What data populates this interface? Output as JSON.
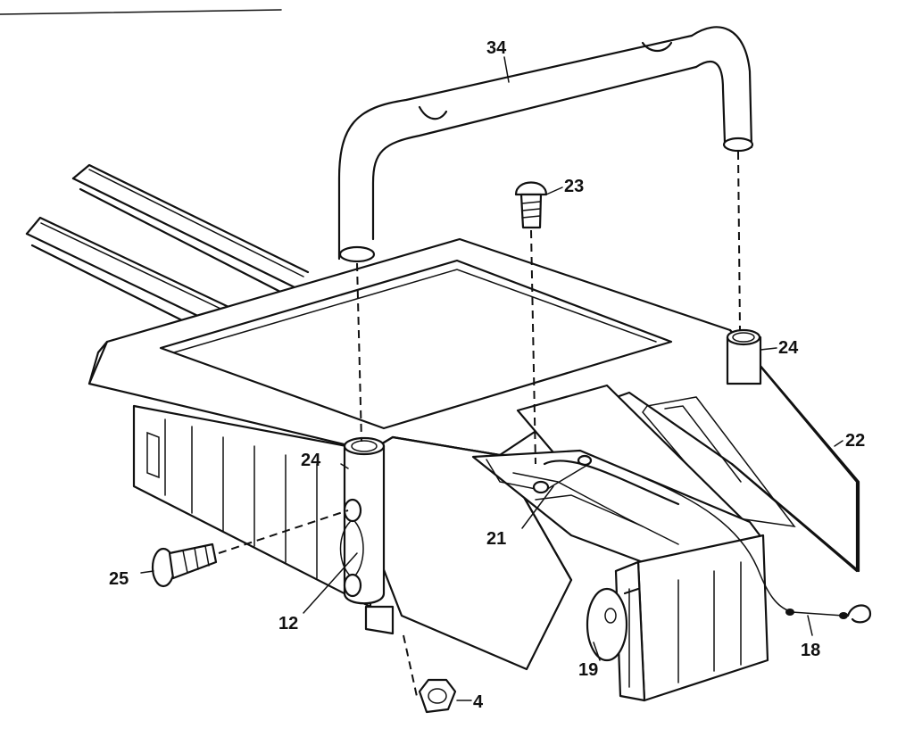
{
  "diagram": {
    "callouts": [
      {
        "id": "c34",
        "label": "34"
      },
      {
        "id": "c23",
        "label": "23"
      },
      {
        "id": "c24a",
        "label": "24"
      },
      {
        "id": "c22",
        "label": "22"
      },
      {
        "id": "c24b",
        "label": "24"
      },
      {
        "id": "c21",
        "label": "21"
      },
      {
        "id": "c25",
        "label": "25"
      },
      {
        "id": "c12",
        "label": "12"
      },
      {
        "id": "c19",
        "label": "19"
      },
      {
        "id": "c18",
        "label": "18"
      },
      {
        "id": "c4",
        "label": "4"
      }
    ]
  }
}
